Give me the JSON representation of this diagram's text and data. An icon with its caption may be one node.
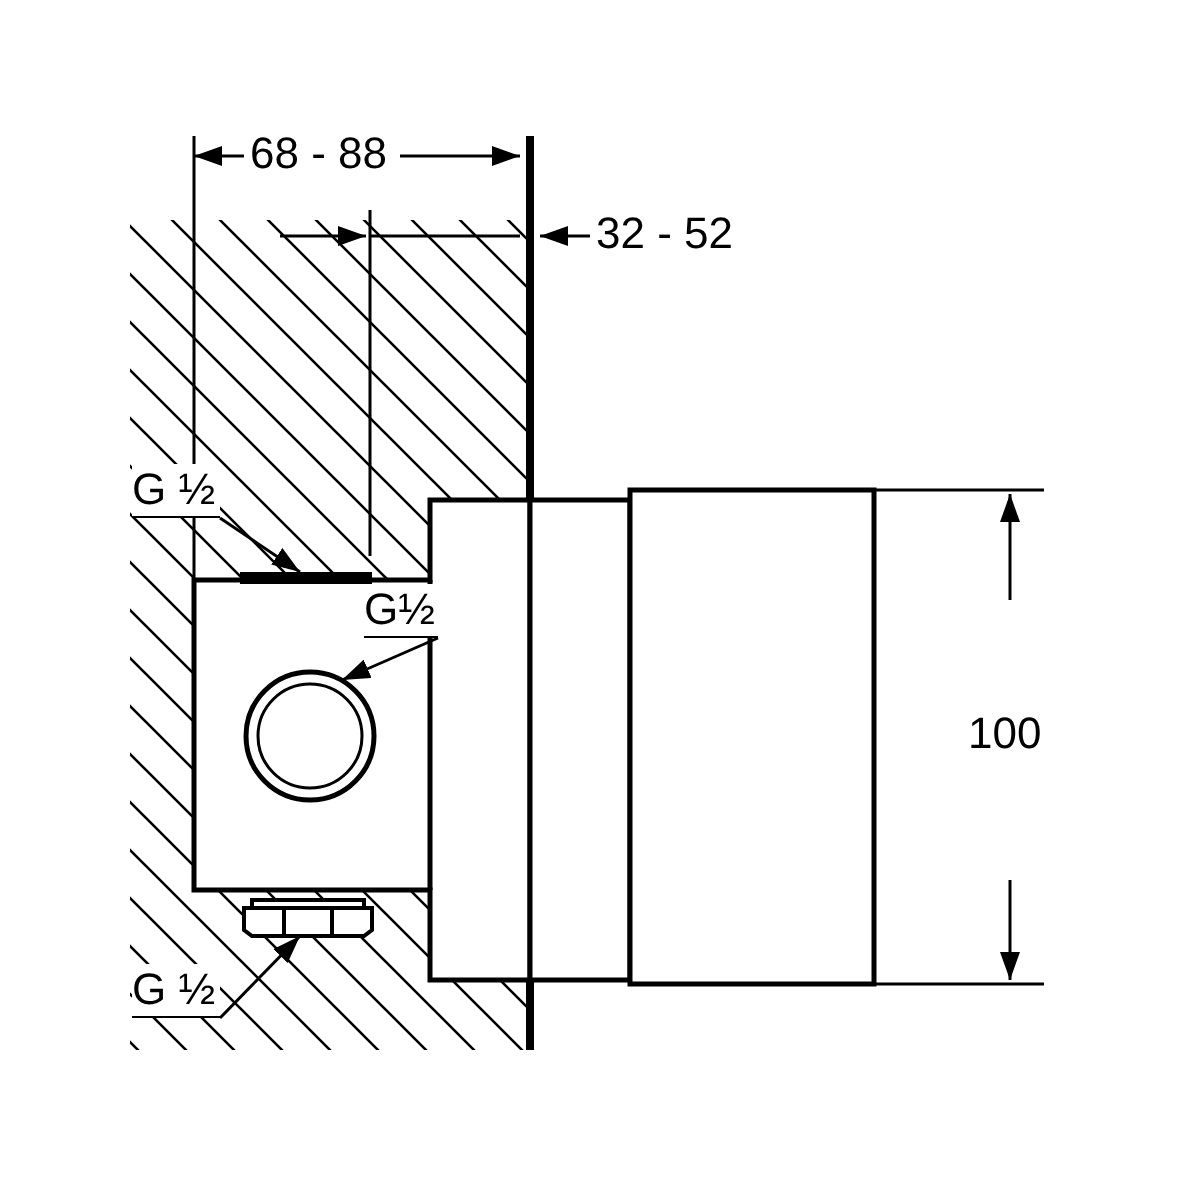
{
  "diagram": {
    "nodes": [
      {
        "text": [
          "G ½"
        ]
      },
      {
        "text": [],
        "shape": "bar"
      },
      {
        "text": [
          "G½"
        ]
      },
      {
        "text": [],
        "shape": "circle"
      },
      {
        "text": [
          "G ½"
        ]
      },
      {
        "text": [],
        "shape": "box"
      }
    ],
    "edges": [
      {
        "from": 0,
        "to": 1,
        "arrow": "to"
      },
      {
        "from": 2,
        "to": 3,
        "arrow": "to"
      },
      {
        "from": 4,
        "to": 5,
        "arrow": "to"
      }
    ],
    "labels": [
      "68 - 88",
      "32 - 52",
      "100"
    ]
  }
}
